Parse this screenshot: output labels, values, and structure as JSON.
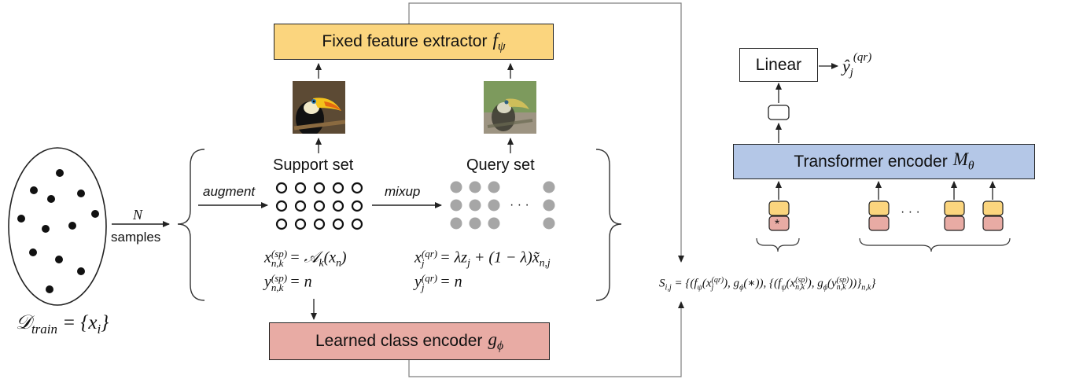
{
  "dataset": {
    "symbol": "𝒟",
    "subscript": "train",
    "rhs": "= {x",
    "rhs_sub": "i",
    "rhs_close": "}"
  },
  "sampling": {
    "n_label": "N",
    "samples_label": "samples"
  },
  "support_set": {
    "title": "Support set",
    "augment_label": "augment",
    "eq1_lhs": "x",
    "eq1_sub": "n,k",
    "eq1_sup": "(sp)",
    "eq1_rhs": "= 𝒜",
    "eq1_rhs_sub": "k",
    "eq1_rhs_tail": "(x",
    "eq1_rhs_tail_sub": "n",
    "eq1_close": ")",
    "eq2_lhs": "y",
    "eq2_sub": "n,k",
    "eq2_sup": "(sp)",
    "eq2_rhs": "= n"
  },
  "query_set": {
    "title": "Query set",
    "mixup_label": "mixup",
    "ellipsis": "· · ·",
    "eq1_lhs": "x",
    "eq1_sub": "j",
    "eq1_sup": "(qr)",
    "eq1_rhs": "= λz",
    "eq1_rhs_sub": "j",
    "eq1_rhs_tail": " + (1 − λ)x̃",
    "eq1_rhs_tail_sub": "n,j",
    "eq2_lhs": "y",
    "eq2_sub": "j",
    "eq2_sup": "(qr)",
    "eq2_rhs": "= n"
  },
  "fixed_extractor": {
    "label": "Fixed feature extractor",
    "symbol": "f",
    "symbol_sub": "ψ",
    "color": "#FBD57E"
  },
  "class_encoder": {
    "label": "Learned class encoder",
    "symbol": "g",
    "symbol_sub": "ϕ",
    "color": "#E8ABA4"
  },
  "transformer": {
    "label": "Transformer encoder",
    "symbol": "M",
    "symbol_sub": "θ",
    "color": "#B4C7E7"
  },
  "linear": {
    "label": "Linear",
    "output_symbol": "ŷ",
    "output_sub": "j",
    "output_sup": "(qr)"
  },
  "token_star": "*",
  "token_ellipsis": "· · ·",
  "sequence": {
    "lhs": "S",
    "lhs_sub": "i,j",
    "text": "= {(f",
    "part_a": "ψ",
    "part_b": "(x",
    "part_c": "j",
    "part_d": "(qr)",
    "part_e": "), g",
    "part_f": "ϕ",
    "part_g": "(∗)), {(f",
    "part_h": "ψ",
    "part_i": "(x",
    "part_j": "n,k",
    "part_k": "(sp)",
    "part_l": "), g",
    "part_m": "ϕ",
    "part_n": "(y",
    "part_o": "n,k",
    "part_p": "(sp)",
    "part_q": "))}",
    "part_r": "n,k",
    "part_s": "}"
  },
  "images": {
    "support_image": "toucan-photo",
    "query_image": "toucan-mixup-photo"
  },
  "colors": {
    "dot_gray": "#A6A6A6",
    "line": "#222222",
    "frame_line": "#7F7F7F"
  }
}
